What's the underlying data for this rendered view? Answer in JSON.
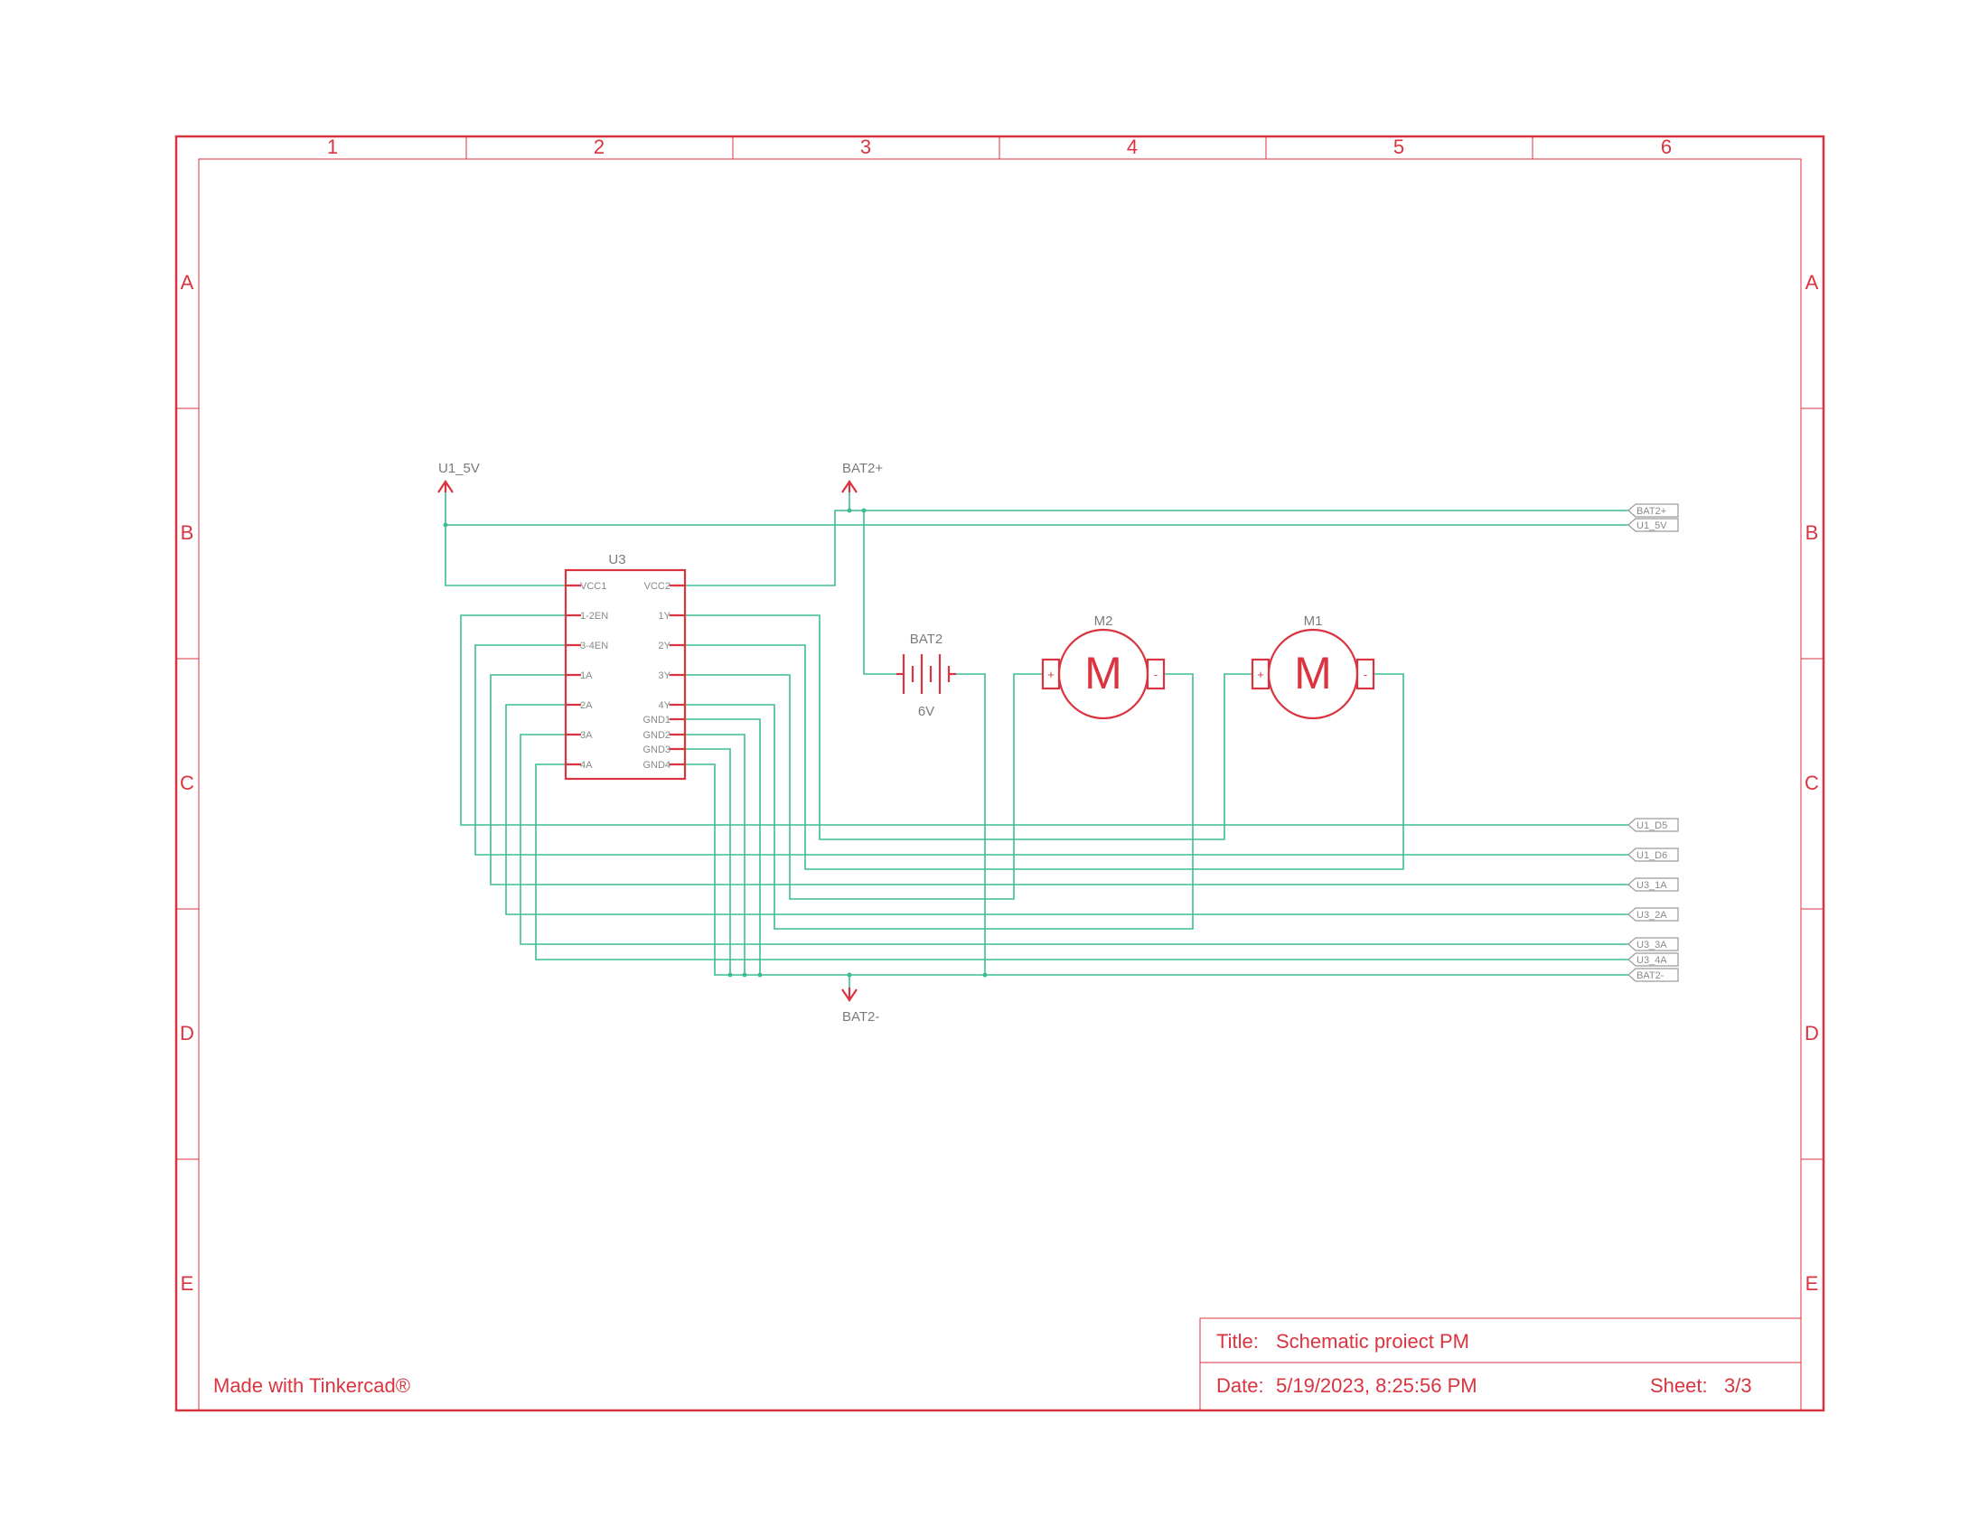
{
  "frame": {
    "columns": [
      "1",
      "2",
      "3",
      "4",
      "5",
      "6"
    ],
    "rows": [
      "A",
      "B",
      "C",
      "D",
      "E"
    ],
    "credit": "Made with Tinkercad®"
  },
  "title_block": {
    "title_label": "Title:",
    "title_value": "Schematic proiect PM",
    "date_label": "Date:",
    "date_value": "5/19/2023, 8:25:56 PM",
    "sheet_label": "Sheet:",
    "sheet_value": "3/3"
  },
  "schematic": {
    "power_symbols": {
      "u1_5v": "U1_5V",
      "bat2_plus": "BAT2+",
      "bat2_minus": "BAT2-"
    },
    "u3": {
      "ref": "U3",
      "left_pins": [
        "VCC1",
        "1-2EN",
        "3-4EN",
        "1A",
        "2A",
        "3A",
        "4A"
      ],
      "right_pins": [
        "VCC2",
        "1Y",
        "2Y",
        "3Y",
        "4Y",
        "GND1",
        "GND2",
        "GND3",
        "GND4"
      ]
    },
    "battery": {
      "ref": "BAT2",
      "value": "6V"
    },
    "motors": [
      {
        "ref": "M2",
        "glyph": "M",
        "plus": "+",
        "minus": "-"
      },
      {
        "ref": "M1",
        "glyph": "M",
        "plus": "+",
        "minus": "-"
      }
    ],
    "net_ports": [
      "BAT2+",
      "U1_5V",
      "U1_D5",
      "U1_D6",
      "U3_1A",
      "U3_2A",
      "U3_3A",
      "U3_4A",
      "BAT2-"
    ]
  },
  "colors": {
    "frame": "#d9343f",
    "wire": "#3dbd94",
    "label": "#7a7a7a"
  }
}
